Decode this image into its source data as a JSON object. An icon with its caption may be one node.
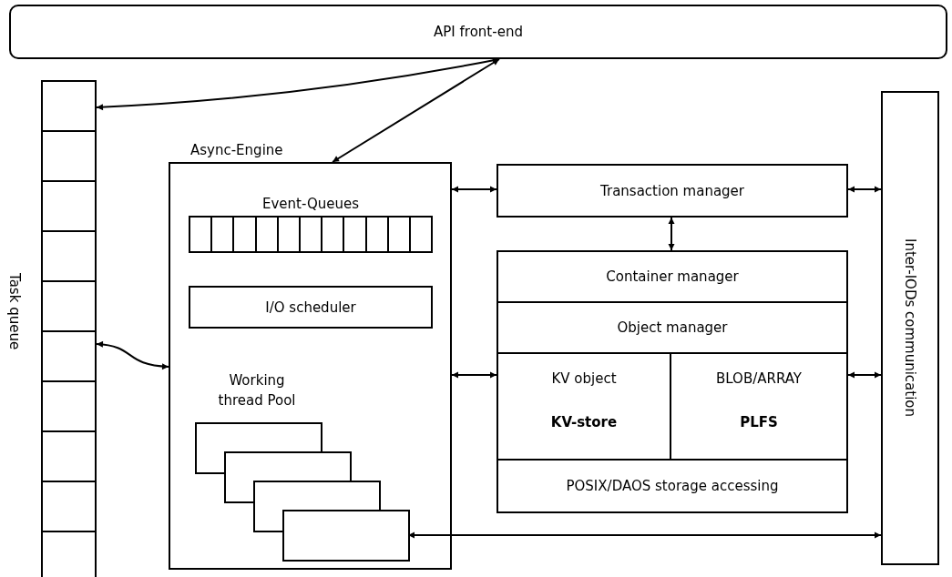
{
  "diagram": {
    "nodes": [
      {
        "text": [
          "API front-end"
        ]
      },
      {
        "text": [
          "Task queue"
        ]
      },
      {
        "text": [
          "Async-Engine"
        ]
      },
      {
        "text": [
          "Event-Queues"
        ],
        "in": 2
      },
      {
        "text": [
          "I/O scheduler"
        ],
        "in": 2
      },
      {
        "text": [],
        "shape": "box",
        "in": 2
      },
      {
        "text": [],
        "shape": "box",
        "in": 2
      },
      {
        "text": [],
        "shape": "box",
        "in": 2
      },
      {
        "text": [],
        "shape": "box",
        "in": 2
      },
      {
        "text": [
          "Transaction manager"
        ]
      },
      {
        "text": [
          "Container manager"
        ]
      },
      {
        "text": [
          "Object manager"
        ]
      },
      {
        "text": [
          "KV object",
          "KV-store"
        ]
      },
      {
        "text": [
          "BLOB/ARRAY",
          "PLFS"
        ]
      },
      {
        "text": [
          "POSIX/DAOS storage accessing"
        ]
      },
      {
        "text": [
          "Inter-IODs communication"
        ]
      }
    ],
    "edges": [
      {
        "from": 0,
        "to": 1,
        "arrow": "both"
      },
      {
        "from": 0,
        "to": 2,
        "arrow": "both"
      },
      {
        "from": 1,
        "to": 2,
        "arrow": "both"
      },
      {
        "from": 2,
        "to": 9,
        "arrow": "both"
      },
      {
        "from": 9,
        "to": 15,
        "arrow": "both"
      },
      {
        "from": 9,
        "to": 10,
        "arrow": "both"
      },
      {
        "from": 2,
        "to": 12,
        "arrow": "both"
      },
      {
        "from": 13,
        "to": 15,
        "arrow": "both"
      },
      {
        "from": 8,
        "to": 15,
        "arrow": "both"
      }
    ],
    "labels": [
      "Working thread Pool"
    ]
  }
}
